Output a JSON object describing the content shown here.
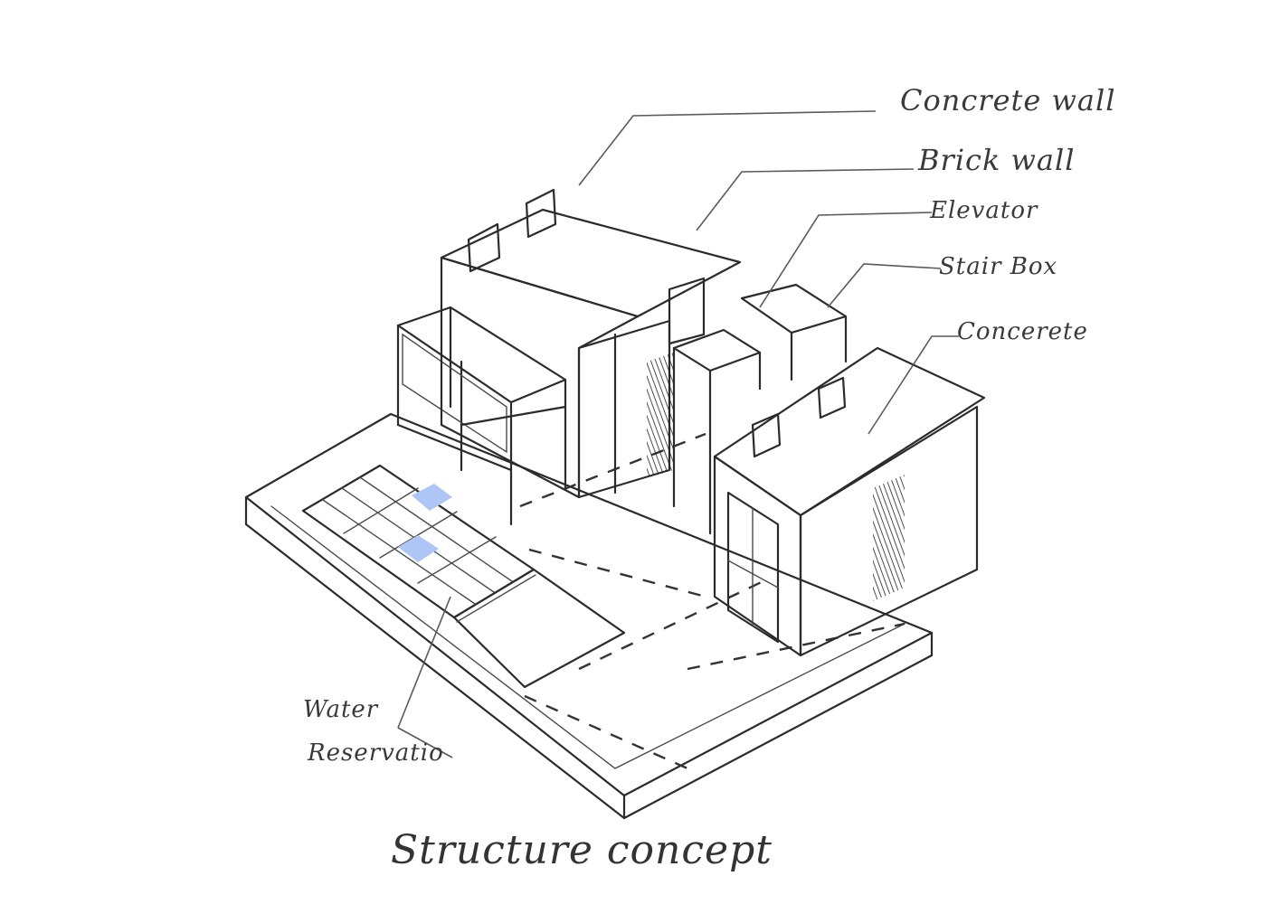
{
  "labels": {
    "concrete_wall": "Concrete wall",
    "brick_wall": "Brick wall",
    "elevator": "Elevator",
    "stair_box": "Stair Box",
    "concrete": "Concerete",
    "water_line1": "Water",
    "water_line2": "Reservatio",
    "title": "Structure concept"
  },
  "colors": {
    "ink": "#2b2b2b",
    "water_fill": "#dce7fb",
    "water_tile": "#c9d9fa",
    "water_tile_dark": "#aec6f6"
  }
}
